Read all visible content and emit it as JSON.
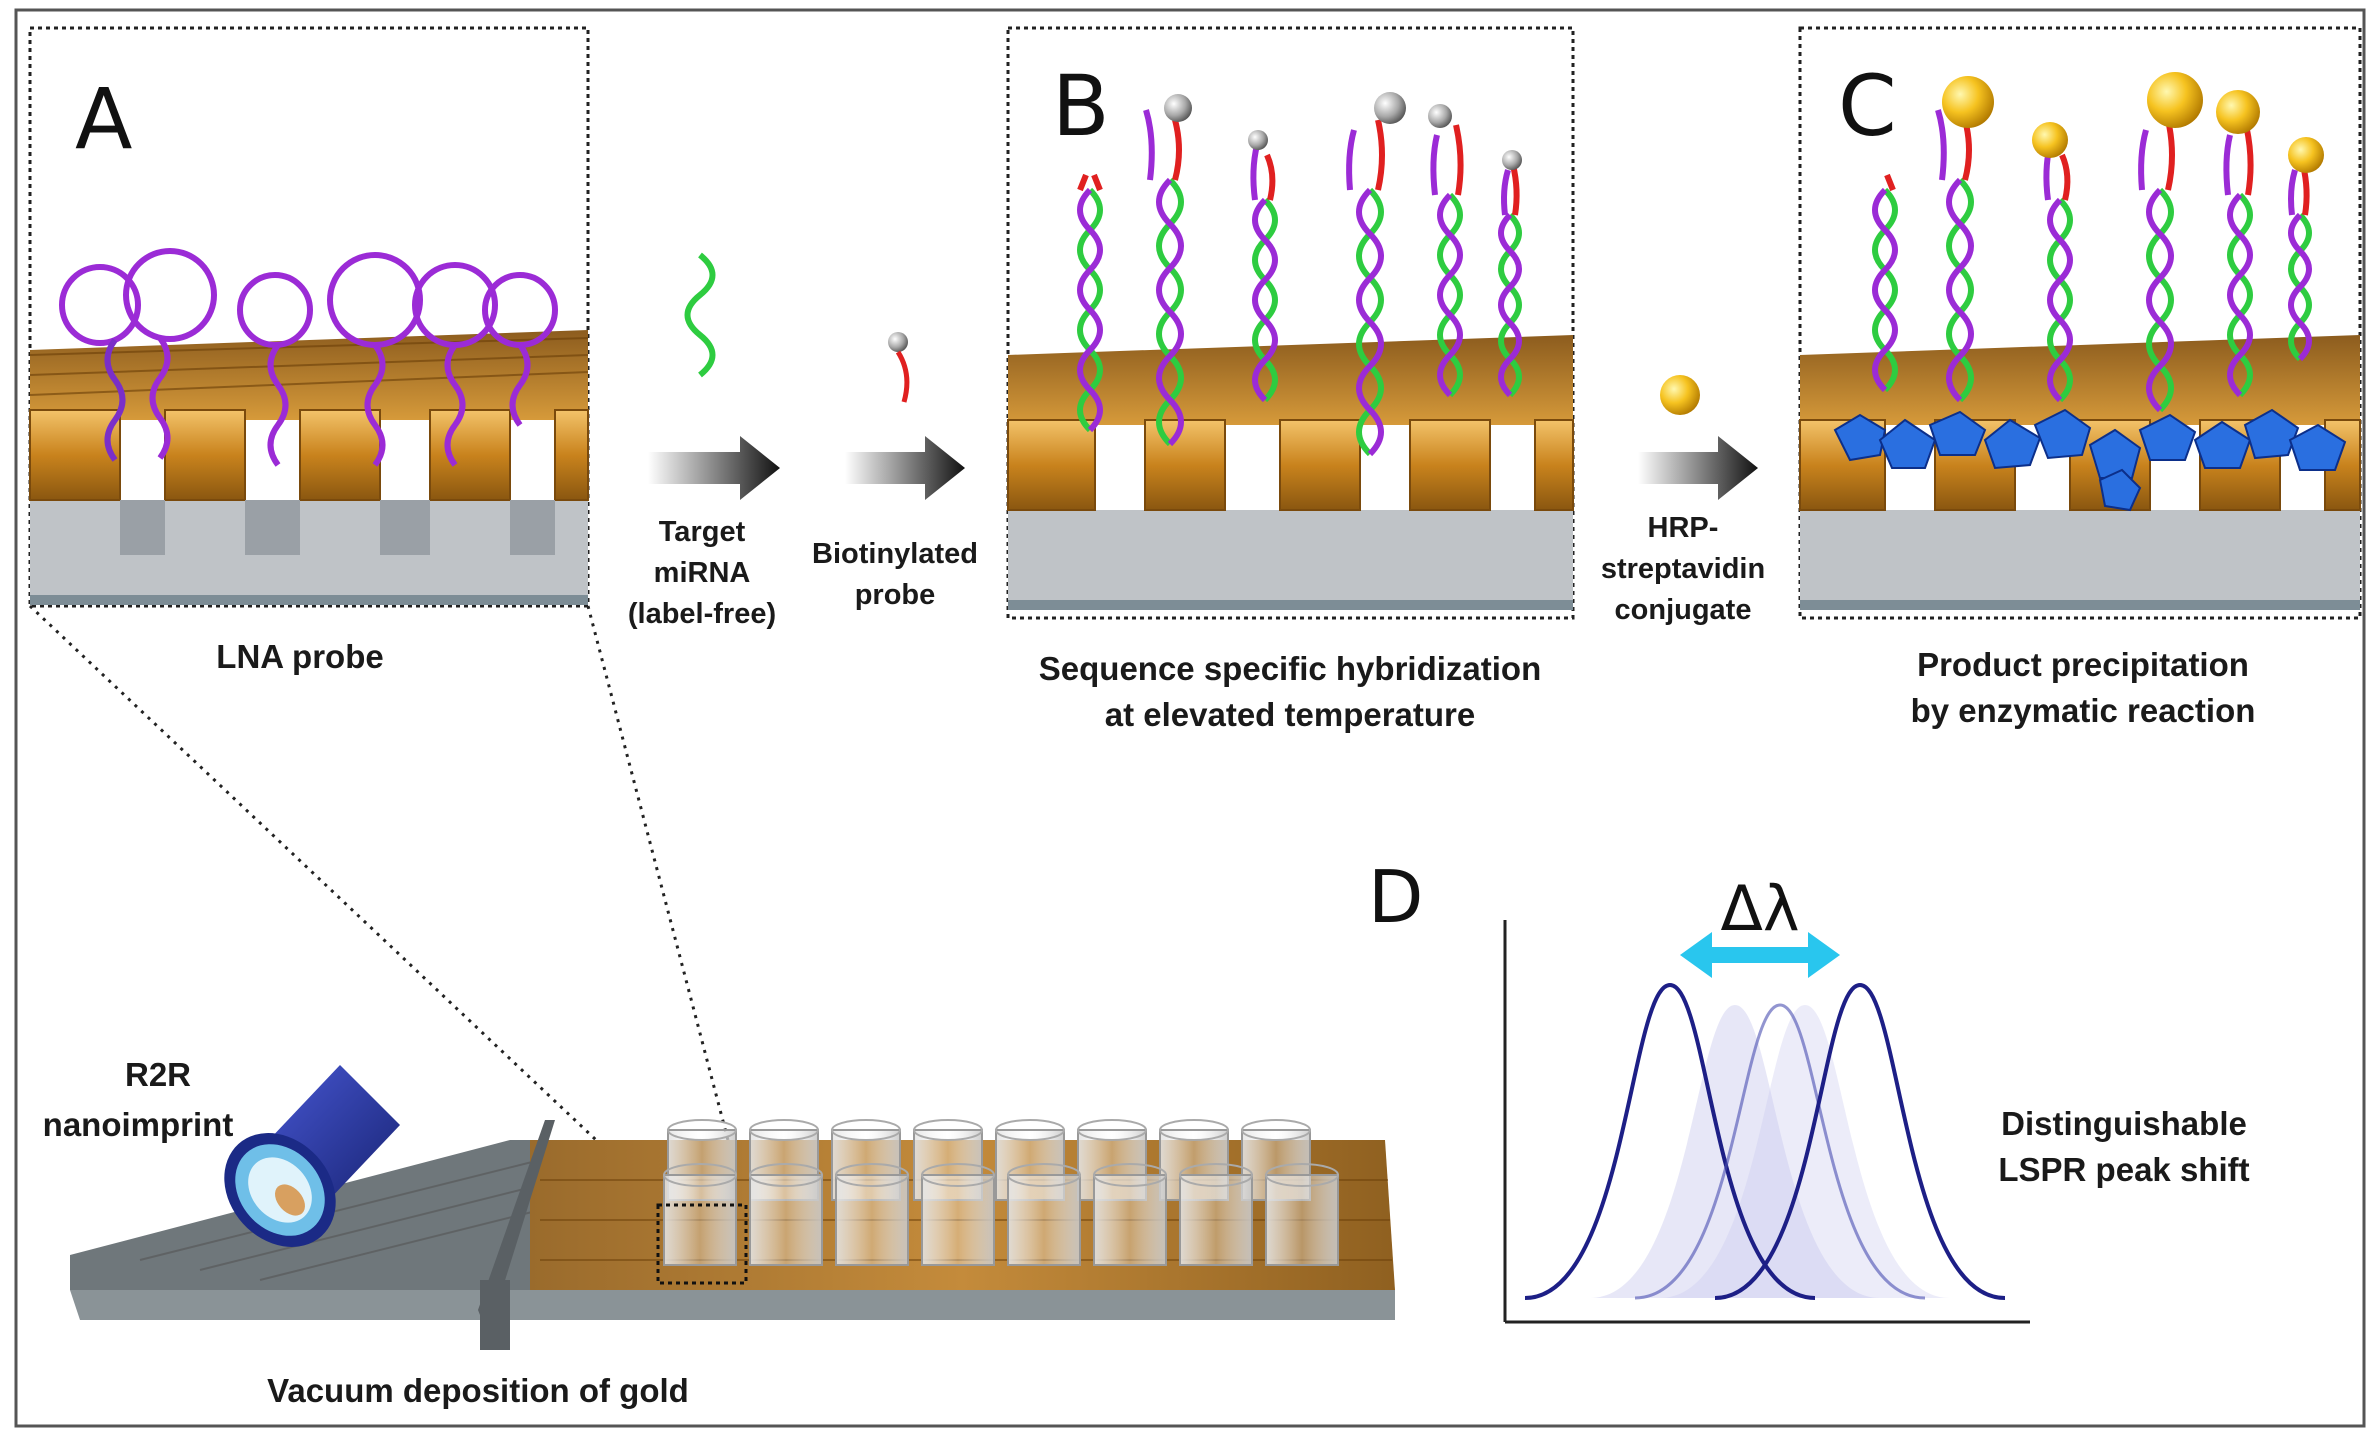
{
  "panels": {
    "a": {
      "letter": "A",
      "caption": "LNA probe"
    },
    "b": {
      "letter": "B",
      "caption_line1": "Sequence specific hybridization",
      "caption_line2": "at elevated temperature"
    },
    "c": {
      "letter": "C",
      "caption_line1": "Product precipitation",
      "caption_line2": "by enzymatic reaction"
    },
    "d": {
      "letter": "D",
      "delta_symbol": "Δλ",
      "caption_line1": "Distinguishable",
      "caption_line2": "LSPR peak shift"
    }
  },
  "steps": {
    "target": {
      "line1": "Target",
      "line2": "miRNA",
      "line3": "(label-free)"
    },
    "biotin": {
      "line1": "Biotinylated",
      "line2": "probe"
    },
    "hrp": {
      "line1": "HRP-",
      "line2": "streptavidin",
      "line3": "conjugate"
    }
  },
  "fabrication": {
    "r2r_line1": "R2R",
    "r2r_line2": "nanoimprint",
    "vacuum": "Vacuum deposition of gold"
  },
  "colors": {
    "gold": "#d4911f",
    "lna_probe": "#9b2bd6",
    "target_mirna": "#2ecc40",
    "biotin_probe": "#e02020",
    "shift_arrow": "#29c6ee",
    "lspr_curve": "#1d1f86",
    "precipitate": "#2a6fe0"
  }
}
